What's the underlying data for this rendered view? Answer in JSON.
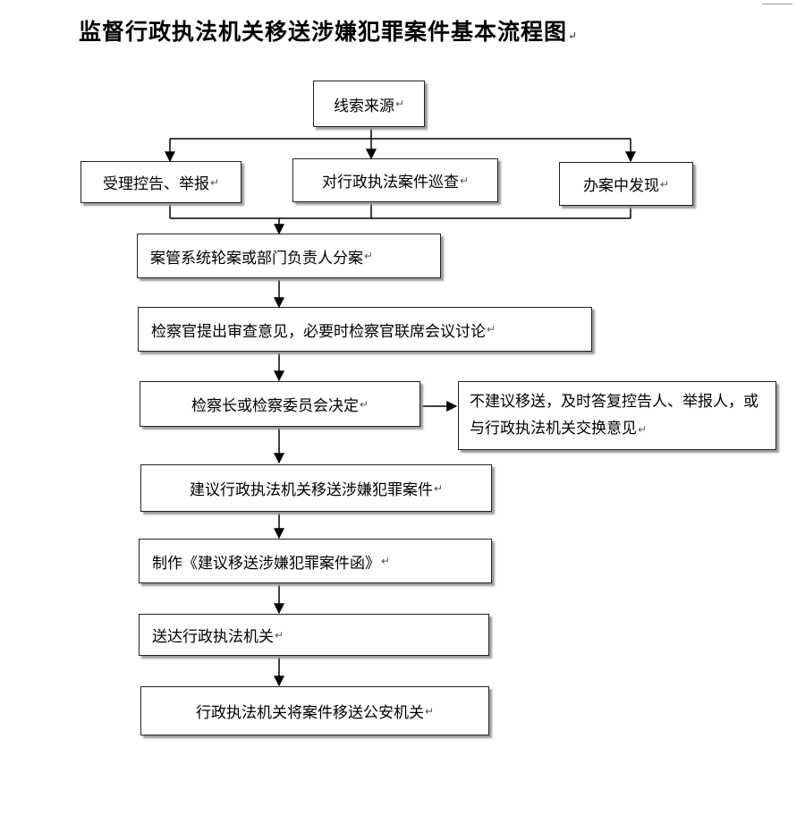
{
  "title": "监督行政执法机关移送涉嫌犯罪案件基本流程图",
  "paragraph_mark": "↵",
  "nodes": {
    "source": "线索来源",
    "complaint": "受理控告、举报",
    "inspection": "对行政执法案件巡查",
    "discovered": "办案中发现",
    "assign": "案管系统轮案或部门负责人分案",
    "review": "检察官提出审查意见，必要时检察官联席会议讨论",
    "decision": "检察长或检察委员会决定",
    "no_transfer": "不建议移送，及时答复控告人、举报人，或与行政执法机关交换意见",
    "suggest": "建议行政执法机关移送涉嫌犯罪案件",
    "letter": "制作《建议移送涉嫌犯罪案件函》",
    "deliver": "送达行政执法机关",
    "transfer": "行政执法机关将案件移送公安机关"
  }
}
